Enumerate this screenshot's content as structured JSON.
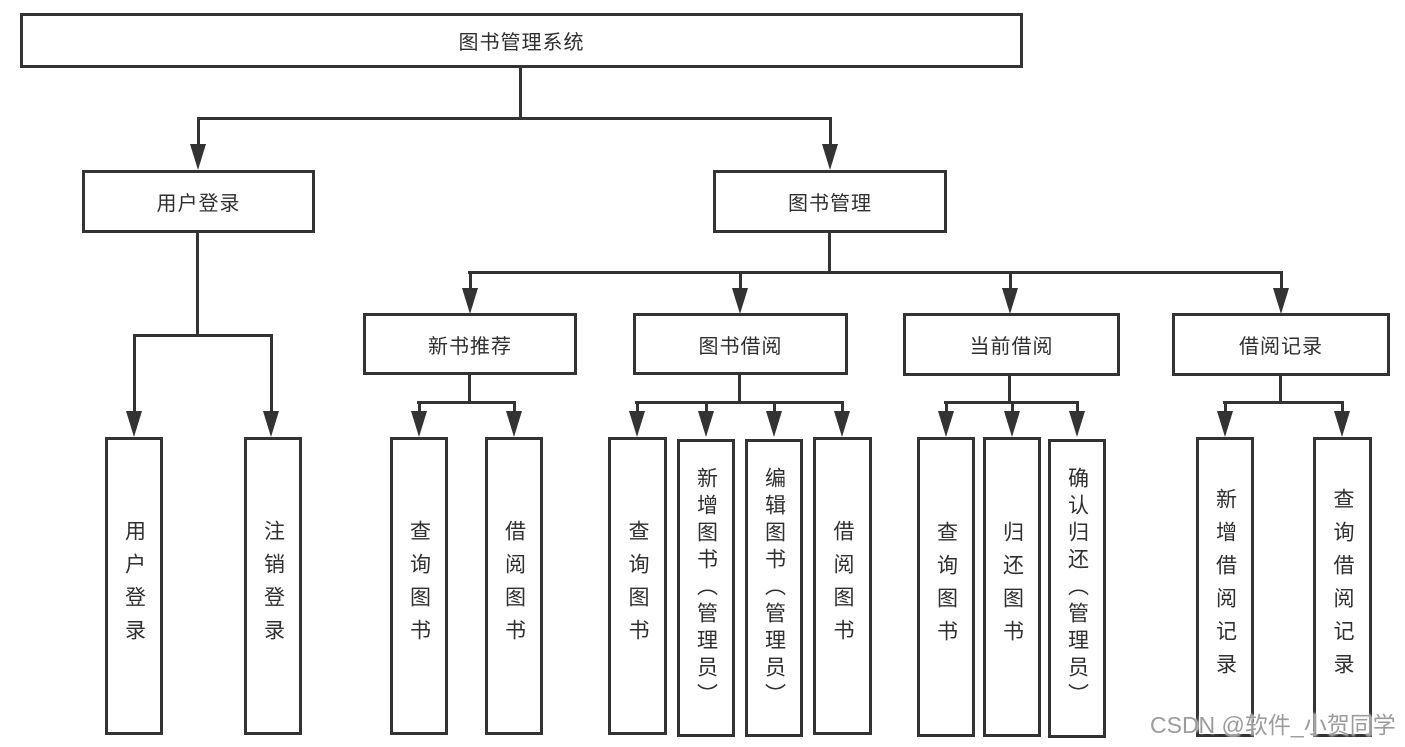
{
  "tree": {
    "label": "图书管理系统",
    "children": [
      {
        "label": "用户登录",
        "children": [
          {
            "label": "用户登录"
          },
          {
            "label": "注销登录"
          }
        ]
      },
      {
        "label": "图书管理",
        "children": [
          {
            "label": "新书推荐",
            "children": [
              {
                "label": "查询图书"
              },
              {
                "label": "借阅图书"
              }
            ]
          },
          {
            "label": "图书借阅",
            "children": [
              {
                "label": "查询图书"
              },
              {
                "label": "新增图书（管理员）"
              },
              {
                "label": "编辑图书（管理员）"
              },
              {
                "label": "借阅图书"
              }
            ]
          },
          {
            "label": "当前借阅",
            "children": [
              {
                "label": "查询图书"
              },
              {
                "label": "归还图书"
              },
              {
                "label": "确认归还（管理员）"
              }
            ]
          },
          {
            "label": "借阅记录",
            "children": [
              {
                "label": "新增借阅记录"
              },
              {
                "label": "查询借阅记录"
              }
            ]
          }
        ]
      }
    ]
  },
  "watermark": "CSDN @软件_小贺同学",
  "colors": {
    "line": "#333333",
    "text": "#2f2f2f",
    "background": "#ffffff",
    "watermark": "#9c9c9c"
  }
}
